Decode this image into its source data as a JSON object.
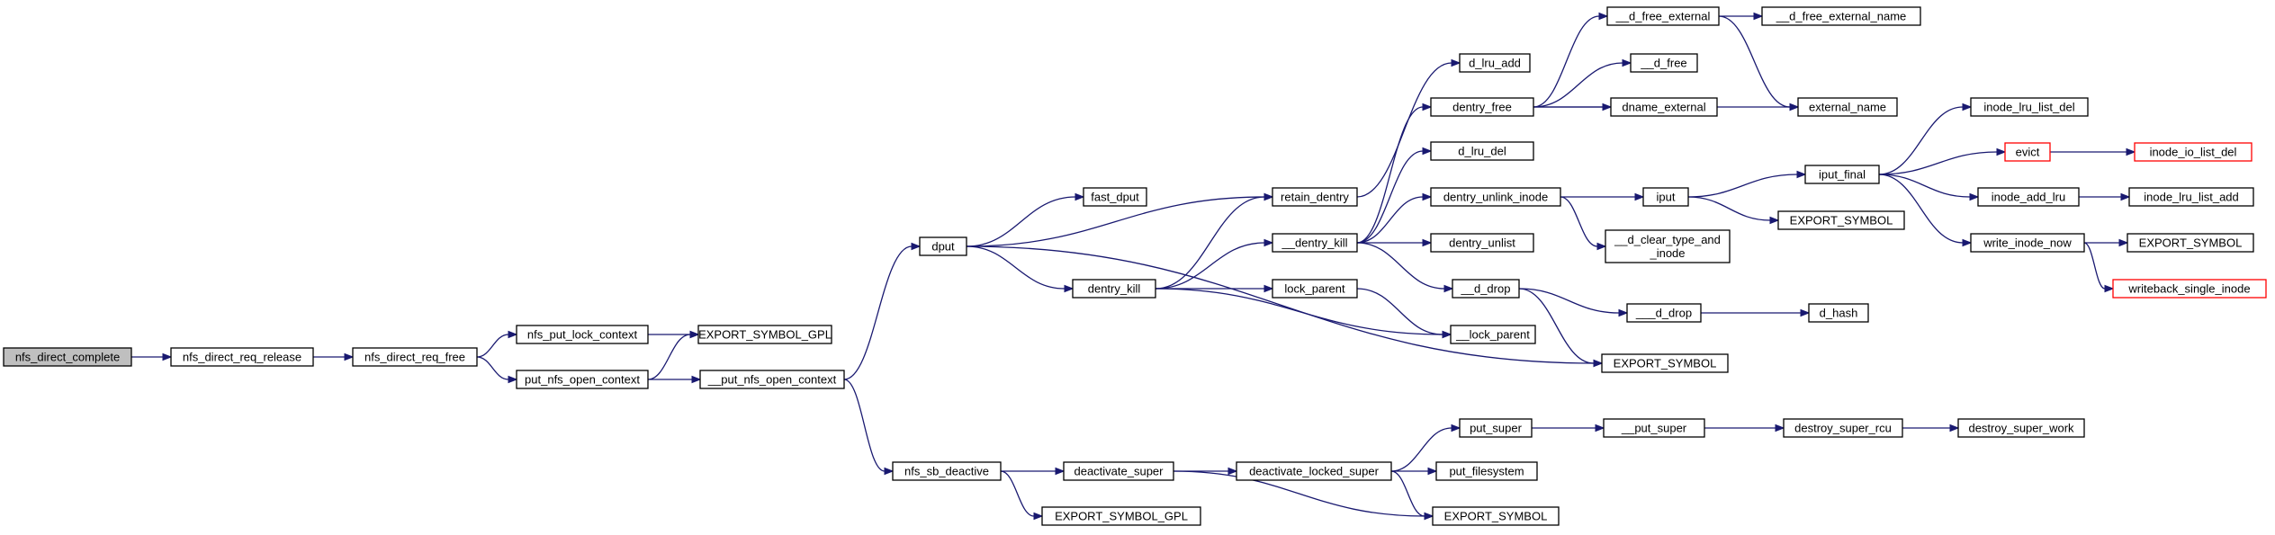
{
  "colors": {
    "edge": "#191970",
    "node_border": "#000000",
    "truncated_border": "#ff0000",
    "root_fill": "#bfbfbf",
    "background": "#ffffff"
  },
  "nodes": [
    {
      "id": "nfs_direct_complete",
      "label": "nfs_direct_complete",
      "root": true
    },
    {
      "id": "nfs_direct_req_release",
      "label": "nfs_direct_req_release"
    },
    {
      "id": "nfs_direct_req_free",
      "label": "nfs_direct_req_free"
    },
    {
      "id": "nfs_put_lock_context",
      "label": "nfs_put_lock_context"
    },
    {
      "id": "put_nfs_open_context",
      "label": "put_nfs_open_context"
    },
    {
      "id": "EXPORT_SYMBOL_GPL_1",
      "label": "EXPORT_SYMBOL_GPL"
    },
    {
      "id": "__put_nfs_open_context",
      "label": "__put_nfs_open_context"
    },
    {
      "id": "dput",
      "label": "dput"
    },
    {
      "id": "nfs_sb_deactive",
      "label": "nfs_sb_deactive"
    },
    {
      "id": "fast_dput",
      "label": "fast_dput"
    },
    {
      "id": "dentry_kill",
      "label": "dentry_kill"
    },
    {
      "id": "deactivate_super",
      "label": "deactivate_super"
    },
    {
      "id": "EXPORT_SYMBOL_GPL_2",
      "label": "EXPORT_SYMBOL_GPL"
    },
    {
      "id": "retain_dentry",
      "label": "retain_dentry"
    },
    {
      "id": "__dentry_kill",
      "label": "__dentry_kill"
    },
    {
      "id": "lock_parent",
      "label": "lock_parent"
    },
    {
      "id": "deactivate_locked_super",
      "label": "deactivate_locked_super"
    },
    {
      "id": "d_lru_add",
      "label": "d_lru_add"
    },
    {
      "id": "dentry_free",
      "label": "dentry_free"
    },
    {
      "id": "d_lru_del",
      "label": "d_lru_del"
    },
    {
      "id": "dentry_unlink_inode",
      "label": "dentry_unlink_inode"
    },
    {
      "id": "dentry_unlist",
      "label": "dentry_unlist"
    },
    {
      "id": "__d_drop",
      "label": "__d_drop"
    },
    {
      "id": "__lock_parent",
      "label": "__lock_parent"
    },
    {
      "id": "EXPORT_SYMBOL_1",
      "label": "EXPORT_SYMBOL"
    },
    {
      "id": "put_super",
      "label": "put_super"
    },
    {
      "id": "put_filesystem",
      "label": "put_filesystem"
    },
    {
      "id": "EXPORT_SYMBOL_2",
      "label": "EXPORT_SYMBOL"
    },
    {
      "id": "__d_free_external",
      "label": "__d_free_external"
    },
    {
      "id": "__d_free",
      "label": "__d_free"
    },
    {
      "id": "dname_external",
      "label": "dname_external"
    },
    {
      "id": "external_name",
      "label": "external_name"
    },
    {
      "id": "iput",
      "label": "iput"
    },
    {
      "id": "__d_clear_type_and_inode",
      "label": "__d_clear_type_and\n_inode"
    },
    {
      "id": "___d_drop",
      "label": "___d_drop"
    },
    {
      "id": "__put_super",
      "label": "__put_super"
    },
    {
      "id": "__d_free_external_name",
      "label": "__d_free_external_name"
    },
    {
      "id": "iput_final",
      "label": "iput_final"
    },
    {
      "id": "EXPORT_SYMBOL_3",
      "label": "EXPORT_SYMBOL"
    },
    {
      "id": "d_hash",
      "label": "d_hash"
    },
    {
      "id": "destroy_super_rcu",
      "label": "destroy_super_rcu"
    },
    {
      "id": "inode_lru_list_del",
      "label": "inode_lru_list_del"
    },
    {
      "id": "evict",
      "label": "evict",
      "truncated": true
    },
    {
      "id": "inode_add_lru",
      "label": "inode_add_lru"
    },
    {
      "id": "write_inode_now",
      "label": "write_inode_now"
    },
    {
      "id": "destroy_super_work",
      "label": "destroy_super_work"
    },
    {
      "id": "inode_io_list_del",
      "label": "inode_io_list_del",
      "truncated": true
    },
    {
      "id": "inode_lru_list_add",
      "label": "inode_lru_list_add"
    },
    {
      "id": "EXPORT_SYMBOL_4",
      "label": "EXPORT_SYMBOL"
    },
    {
      "id": "writeback_single_inode",
      "label": "writeback_single_inode",
      "truncated": true
    }
  ],
  "edges": [
    [
      "nfs_direct_complete",
      "nfs_direct_req_release"
    ],
    [
      "nfs_direct_req_release",
      "nfs_direct_req_free"
    ],
    [
      "nfs_direct_req_free",
      "nfs_put_lock_context"
    ],
    [
      "nfs_direct_req_free",
      "put_nfs_open_context"
    ],
    [
      "nfs_put_lock_context",
      "EXPORT_SYMBOL_GPL_1"
    ],
    [
      "put_nfs_open_context",
      "EXPORT_SYMBOL_GPL_1"
    ],
    [
      "put_nfs_open_context",
      "__put_nfs_open_context"
    ],
    [
      "__put_nfs_open_context",
      "dput"
    ],
    [
      "__put_nfs_open_context",
      "nfs_sb_deactive"
    ],
    [
      "dput",
      "fast_dput"
    ],
    [
      "dput",
      "retain_dentry"
    ],
    [
      "dput",
      "dentry_kill"
    ],
    [
      "dput",
      "EXPORT_SYMBOL_1"
    ],
    [
      "dentry_kill",
      "retain_dentry"
    ],
    [
      "dentry_kill",
      "__dentry_kill"
    ],
    [
      "dentry_kill",
      "lock_parent"
    ],
    [
      "dentry_kill",
      "__lock_parent"
    ],
    [
      "nfs_sb_deactive",
      "deactivate_super"
    ],
    [
      "nfs_sb_deactive",
      "EXPORT_SYMBOL_GPL_2"
    ],
    [
      "deactivate_super",
      "deactivate_locked_super"
    ],
    [
      "deactivate_super",
      "EXPORT_SYMBOL_2"
    ],
    [
      "retain_dentry",
      "d_lru_add"
    ],
    [
      "__dentry_kill",
      "dentry_free"
    ],
    [
      "__dentry_kill",
      "d_lru_del"
    ],
    [
      "__dentry_kill",
      "dentry_unlink_inode"
    ],
    [
      "__dentry_kill",
      "dentry_unlist"
    ],
    [
      "__dentry_kill",
      "__d_drop"
    ],
    [
      "lock_parent",
      "__lock_parent"
    ],
    [
      "deactivate_locked_super",
      "put_super"
    ],
    [
      "deactivate_locked_super",
      "put_filesystem"
    ],
    [
      "deactivate_locked_super",
      "EXPORT_SYMBOL_2"
    ],
    [
      "dentry_free",
      "__d_free_external"
    ],
    [
      "dentry_free",
      "__d_free"
    ],
    [
      "dentry_free",
      "dname_external"
    ],
    [
      "dentry_free",
      "external_name"
    ],
    [
      "__d_free_external",
      "__d_free_external_name"
    ],
    [
      "__d_free_external",
      "external_name"
    ],
    [
      "dentry_unlink_inode",
      "iput"
    ],
    [
      "dentry_unlink_inode",
      "__d_clear_type_and_inode"
    ],
    [
      "__d_drop",
      "___d_drop"
    ],
    [
      "__d_drop",
      "EXPORT_SYMBOL_1"
    ],
    [
      "___d_drop",
      "d_hash"
    ],
    [
      "put_super",
      "__put_super"
    ],
    [
      "__put_super",
      "destroy_super_rcu"
    ],
    [
      "destroy_super_rcu",
      "destroy_super_work"
    ],
    [
      "iput",
      "iput_final"
    ],
    [
      "iput",
      "EXPORT_SYMBOL_3"
    ],
    [
      "iput_final",
      "inode_lru_list_del"
    ],
    [
      "iput_final",
      "evict"
    ],
    [
      "iput_final",
      "inode_add_lru"
    ],
    [
      "iput_final",
      "write_inode_now"
    ],
    [
      "evict",
      "inode_io_list_del"
    ],
    [
      "inode_add_lru",
      "inode_lru_list_add"
    ],
    [
      "write_inode_now",
      "EXPORT_SYMBOL_4"
    ],
    [
      "write_inode_now",
      "writeback_single_inode"
    ]
  ]
}
